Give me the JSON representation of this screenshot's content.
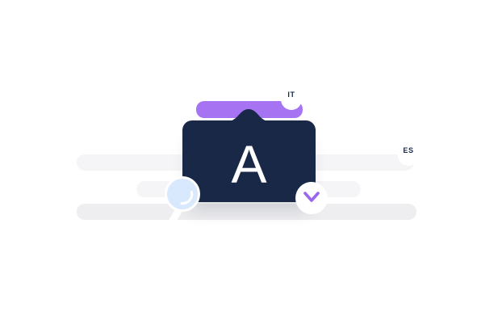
{
  "illustration": {
    "letter_card": {
      "letter": "A",
      "background_color": "#192847",
      "letter_color": "#ffffff"
    },
    "highlight_bar": {
      "color": "#a674f2"
    },
    "language_badges": [
      {
        "code": "IT"
      },
      {
        "code": "ES"
      }
    ],
    "icons": {
      "magnifier": {
        "name": "magnifier-icon",
        "fill": "#d9e9fd"
      },
      "chevron": {
        "name": "chevron-down-icon",
        "color": "#9a66ee"
      }
    },
    "skeleton_bars": {
      "light_color": "#f5f5f7",
      "dark_color": "#eeeef0"
    }
  }
}
